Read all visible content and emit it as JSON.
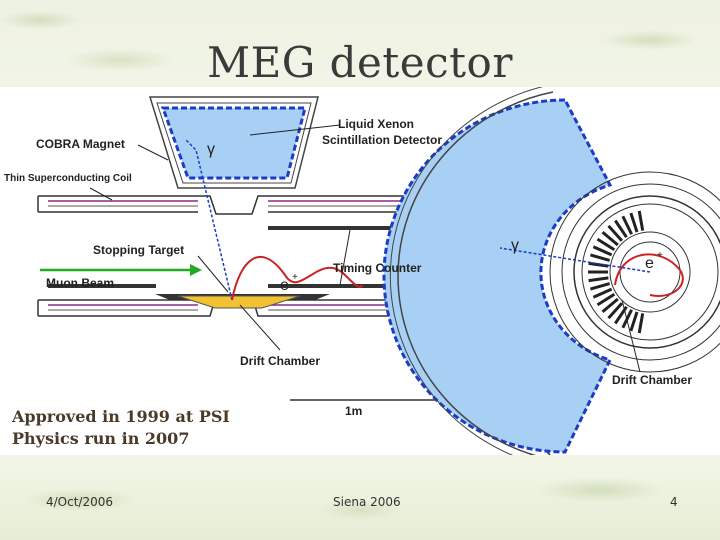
{
  "slide": {
    "title": "MEG detector",
    "notes": [
      "Approved in 1999 at PSI",
      "Physics run in 2007"
    ],
    "footer": {
      "date": "4/Oct/2006",
      "venue": "Siena 2006",
      "page": "4"
    }
  },
  "diagram": {
    "labels": {
      "liquid_xenon": [
        "Liquid Xenon",
        "Scintillation Detector"
      ],
      "cobra_magnet": "COBRA Magnet",
      "thin_coil": "Thin Superconducting Coil",
      "stopping_target": "Stopping Target",
      "muon_beam": "Muon Beam",
      "timing_counter": "Timing Counter",
      "drift_chamber_side": "Drift Chamber",
      "drift_chamber_end": "Drift Chamber",
      "scale": "1m",
      "gamma": "γ",
      "positron": "e",
      "plus": "+"
    },
    "colors": {
      "xenon_fill": "#a8d0f4",
      "xenon_border": "#1a3cc8",
      "target_fill": "#f2c233",
      "muon_arrow": "#22aa22",
      "positron_track": "#cc2222"
    }
  }
}
